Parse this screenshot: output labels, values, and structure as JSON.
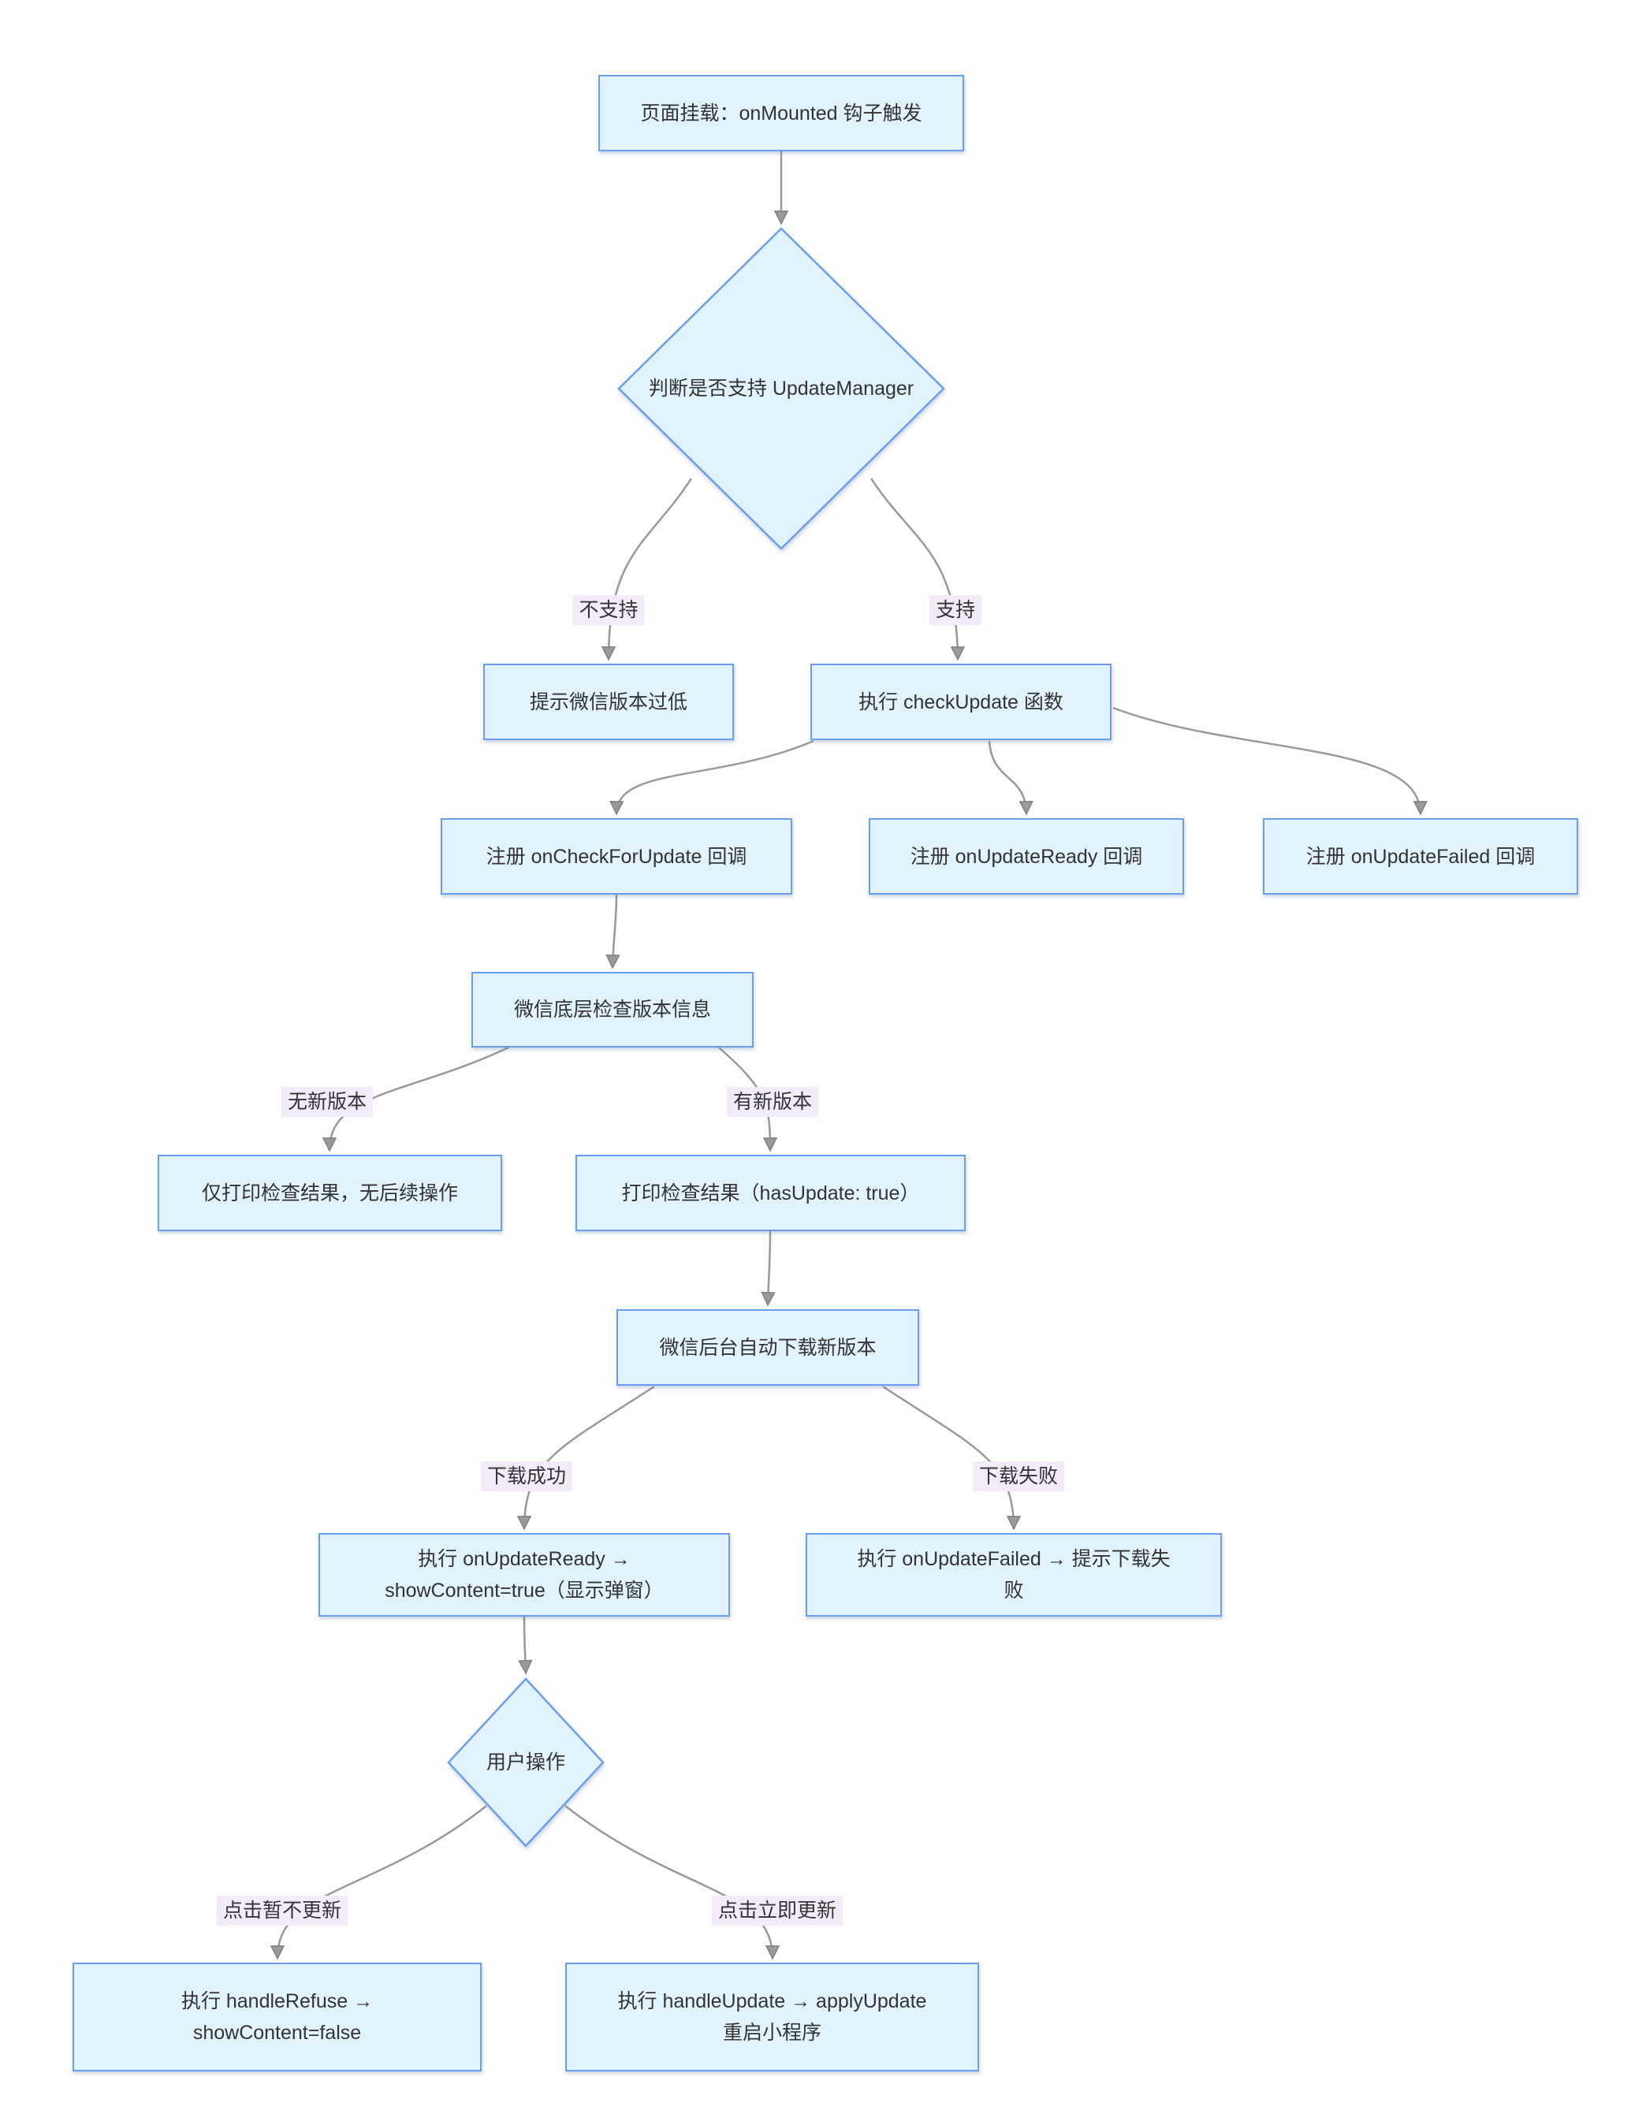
{
  "diagram": {
    "type": "flowchart",
    "direction": "top-down",
    "colors": {
      "background": "#ffffff",
      "node_fill": "#e1f3fd",
      "node_border": "#6b9ef2",
      "edge_line": "#999999",
      "arrowhead": "#9a9a9a",
      "edge_label_bg": "#f3eafa",
      "text": "#333333"
    },
    "nodes": [
      {
        "id": "mount",
        "shape": "rect",
        "label": "页面挂载：onMounted 钩子触发"
      },
      {
        "id": "support-check",
        "shape": "diamond",
        "label": "判断是否支持 UpdateManager"
      },
      {
        "id": "low-version",
        "shape": "rect",
        "label": "提示微信版本过低"
      },
      {
        "id": "check-update",
        "shape": "rect",
        "label": "执行 checkUpdate 函数"
      },
      {
        "id": "reg-oncheck",
        "shape": "rect",
        "label": "注册 onCheckForUpdate 回调"
      },
      {
        "id": "reg-onready",
        "shape": "rect",
        "label": "注册 onUpdateReady 回调"
      },
      {
        "id": "reg-onfailed",
        "shape": "rect",
        "label": "注册 onUpdateFailed 回调"
      },
      {
        "id": "wx-check",
        "shape": "rect",
        "label": "微信底层检查版本信息"
      },
      {
        "id": "no-update",
        "shape": "rect",
        "label": "仅打印检查结果，无后续操作"
      },
      {
        "id": "has-update",
        "shape": "rect",
        "label": "打印检查结果（hasUpdate: true）"
      },
      {
        "id": "auto-download",
        "shape": "rect",
        "label": "微信后台自动下载新版本"
      },
      {
        "id": "ready-show",
        "shape": "rect",
        "label": "执行 onUpdateReady →\nshowContent=true（显示弹窗）"
      },
      {
        "id": "failed-tip",
        "shape": "rect",
        "label": "执行 onUpdateFailed → 提示下载失\n败"
      },
      {
        "id": "user-action",
        "shape": "diamond",
        "label": "用户操作"
      },
      {
        "id": "refuse",
        "shape": "rect",
        "label": "执行 handleRefuse →\nshowContent=false"
      },
      {
        "id": "apply",
        "shape": "rect",
        "label": "执行 handleUpdate → applyUpdate\n重启小程序"
      }
    ],
    "edge_labels": [
      "不支持",
      "支持",
      "无新版本",
      "有新版本",
      "下载成功",
      "下载失败",
      "点击暂不更新",
      "点击立即更新"
    ]
  }
}
